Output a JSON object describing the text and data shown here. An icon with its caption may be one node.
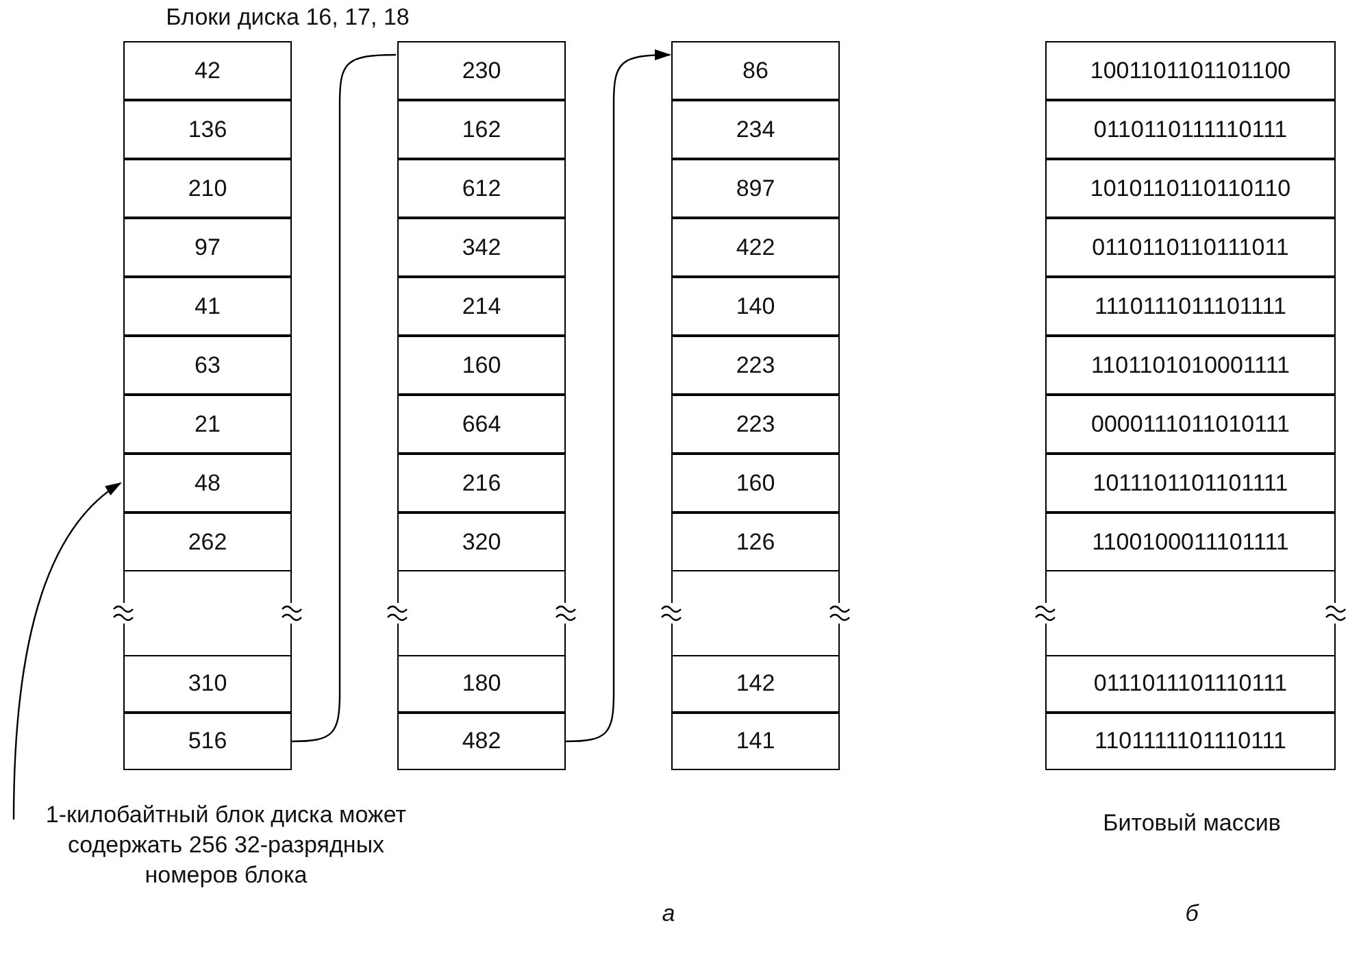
{
  "diagram": {
    "nodes": [
      {
        "text": [
          "42"
        ]
      },
      {
        "text": [
          "136"
        ]
      },
      {
        "text": [
          "210"
        ]
      },
      {
        "text": [
          "97"
        ]
      },
      {
        "text": [
          "41"
        ]
      },
      {
        "text": [
          "63"
        ]
      },
      {
        "text": [
          "21"
        ]
      },
      {
        "text": [
          "48"
        ]
      },
      {
        "text": [
          "262"
        ]
      },
      {
        "text": [],
        "shape": "box"
      },
      {
        "text": [
          "310"
        ]
      },
      {
        "text": [
          "516"
        ]
      },
      {
        "text": [
          "230"
        ]
      },
      {
        "text": [
          "162"
        ]
      },
      {
        "text": [
          "612"
        ]
      },
      {
        "text": [
          "342"
        ]
      },
      {
        "text": [
          "214"
        ]
      },
      {
        "text": [
          "160"
        ]
      },
      {
        "text": [
          "664"
        ]
      },
      {
        "text": [
          "216"
        ]
      },
      {
        "text": [
          "320"
        ]
      },
      {
        "text": [],
        "shape": "box"
      },
      {
        "text": [
          "180"
        ]
      },
      {
        "text": [
          "482"
        ]
      },
      {
        "text": [
          "86"
        ]
      },
      {
        "text": [
          "234"
        ]
      },
      {
        "text": [
          "897"
        ]
      },
      {
        "text": [
          "422"
        ]
      },
      {
        "text": [
          "140"
        ]
      },
      {
        "text": [
          "223"
        ]
      },
      {
        "text": [
          "223"
        ]
      },
      {
        "text": [
          "160"
        ]
      },
      {
        "text": [
          "126"
        ]
      },
      {
        "text": [],
        "shape": "box"
      },
      {
        "text": [
          "142"
        ]
      },
      {
        "text": [
          "141"
        ]
      },
      {
        "text": [
          "1001101101101100"
        ]
      },
      {
        "text": [
          "0110110111110111"
        ]
      },
      {
        "text": [
          "1010110110110110"
        ]
      },
      {
        "text": [
          "0110110110111011"
        ]
      },
      {
        "text": [
          "1110111011101111"
        ]
      },
      {
        "text": [
          "1101101010001111"
        ]
      },
      {
        "text": [
          "0000111011010111"
        ]
      },
      {
        "text": [
          "1011101101101111"
        ]
      },
      {
        "text": [
          "1100100011101111"
        ]
      },
      {
        "text": [],
        "shape": "box"
      },
      {
        "text": [
          "0111011101110111"
        ]
      },
      {
        "text": [
          "1101111101110111"
        ]
      },
      {
        "text": [
          "1-килобайтный блок диска может содержать 256 32-разрядных номеров блока"
        ]
      }
    ],
    "edges": [
      {
        "from": 48,
        "to": 7,
        "arrow": "to"
      },
      {
        "from": 11,
        "to": 12,
        "arrow": "none"
      },
      {
        "from": 23,
        "to": 24,
        "arrow": "to"
      }
    ],
    "labels": [
      "Блоки диска 16, 17, 18",
      "Битовый массив",
      "а",
      "б"
    ]
  }
}
